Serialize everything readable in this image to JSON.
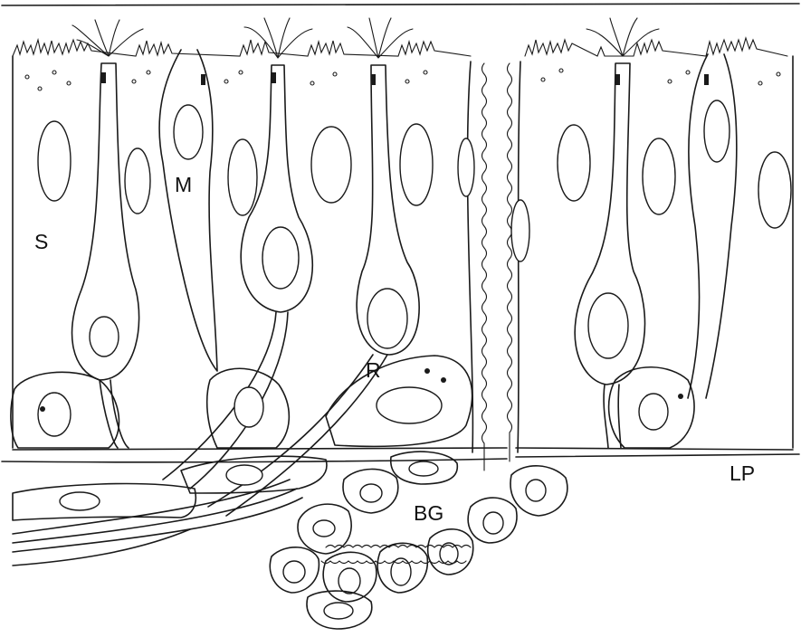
{
  "figure": {
    "labels": {
      "s": "S",
      "m": "M",
      "r": "R",
      "bg": "BG",
      "lp": "LP"
    }
  },
  "colors": {
    "ink": "#1a1a1a",
    "paper": "#ffffff"
  }
}
